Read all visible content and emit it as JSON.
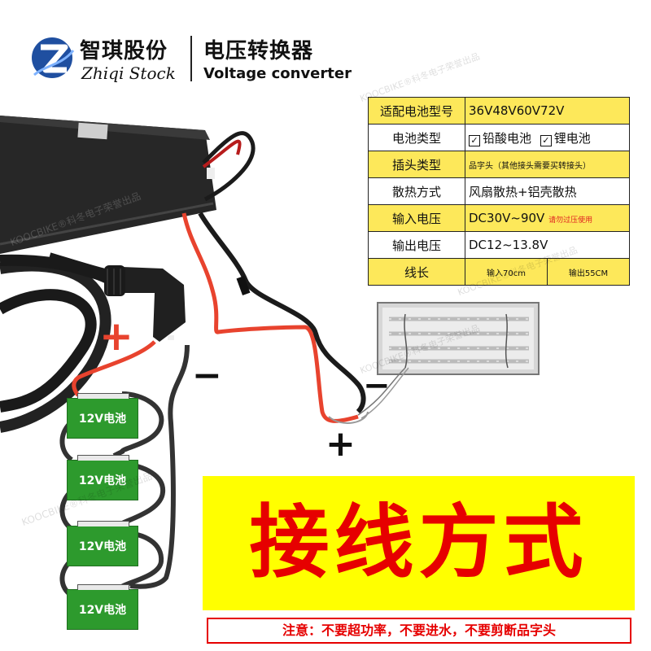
{
  "header": {
    "company_cn": "智琪股份",
    "company_en": "Zhiqi Stock",
    "product_cn": "电压转换器",
    "product_en": "Voltage converter"
  },
  "spec_table": {
    "battery_model": {
      "label": "适配电池型号",
      "value": "36V48V60V72V"
    },
    "battery_type": {
      "label": "电池类型",
      "option1": "铅酸电池",
      "option2": "锂电池",
      "check": "✓"
    },
    "plug_type": {
      "label": "插头类型",
      "value": "品字头（其他接头需要买转接头）"
    },
    "cooling": {
      "label": "散热方式",
      "value": "风扇散热+铝壳散热"
    },
    "input_voltage": {
      "label": "输入电压",
      "value": "DC30V~90V",
      "note": "请勿过压使用"
    },
    "output_voltage": {
      "label": "输出电压",
      "value": "DC12~13.8V"
    },
    "wire_length": {
      "label": "线长",
      "input": "输入70cm",
      "output": "输出55CM"
    }
  },
  "batteries": [
    "12V电池",
    "12V电池",
    "12V电池",
    "12V电池"
  ],
  "signs": {
    "plus": "+",
    "minus": "−"
  },
  "title": "接线方式",
  "warning": "注意：不要超功率，不要进水，不要剪断品字头",
  "watermark": "KOOCBIKE®科冬电子荣誉出品",
  "colors": {
    "red_wire": "#e8432e",
    "title_bg": "#ffff00",
    "title_text": "#e60000",
    "battery_green": "#2d9a2d",
    "table_yellow": "#fde85a"
  }
}
